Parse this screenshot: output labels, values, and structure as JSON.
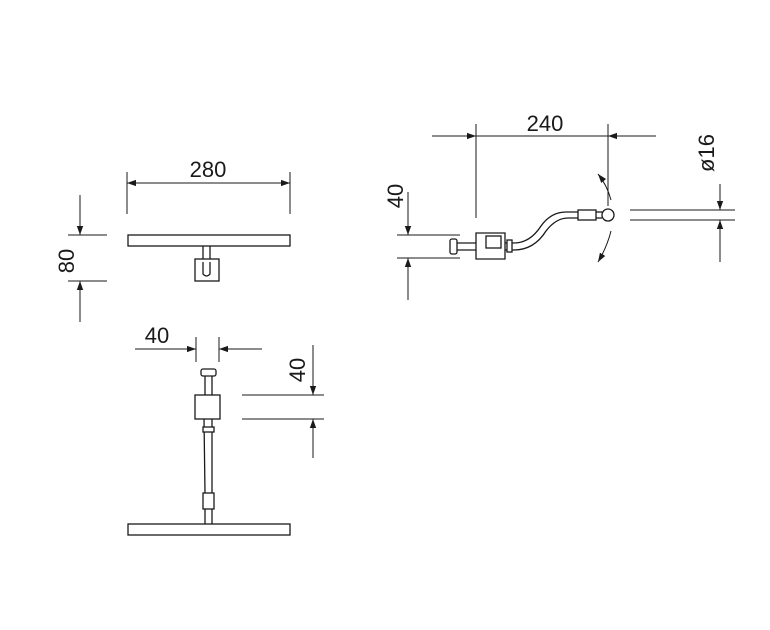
{
  "dimensions": {
    "front_width": "280",
    "front_height": "80",
    "top_offset": "40",
    "top_clamp_height": "40",
    "side_reach": "240",
    "side_height": "40",
    "side_diameter": "ø16"
  }
}
